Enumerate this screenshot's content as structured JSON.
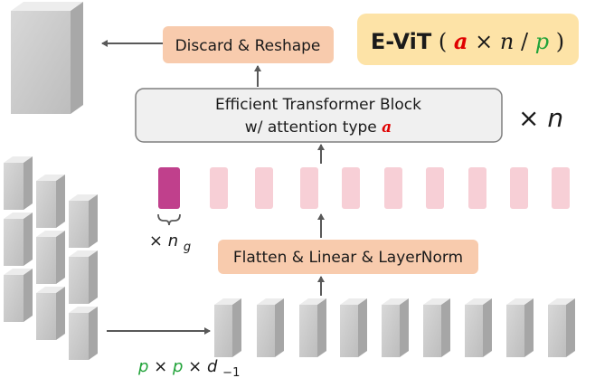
{
  "title_box": {
    "prefix": "E-ViT",
    "open_paren": "(",
    "a": "a",
    "times": "×",
    "n": "n",
    "slash": "/",
    "p": "p",
    "close_paren": ")"
  },
  "discard_box": {
    "label": "Discard & Reshape"
  },
  "transformer_box": {
    "line1": "Efficient Transformer Block",
    "line2_prefix": "w/ attention type ",
    "line2_a": "a"
  },
  "repeat_label": {
    "times": "×",
    "n": "n"
  },
  "flatten_box": {
    "label": "Flatten & Linear & LayerNorm"
  },
  "global_token_label": {
    "times": "×",
    "n": "n",
    "sub": "g"
  },
  "patch_label": {
    "p1": "p",
    "x1": "×",
    "p2": "p",
    "x2": "×",
    "d": "d",
    "sub": "−1"
  },
  "colors": {
    "title_bg": "#fde3a7",
    "discard_bg": "#f8cbad",
    "flatten_bg": "#f8cbad",
    "block_bg": "#f0f0f0",
    "block_border": "#7f7f7f",
    "global_token": "#c0408c",
    "patch_token": "#f7cfd6",
    "red": "#e00000",
    "green": "#22a33a",
    "arrow": "#595959"
  }
}
